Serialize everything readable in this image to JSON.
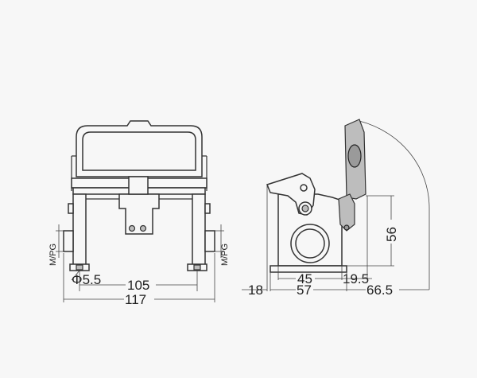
{
  "front_view": {
    "thread_label_left": "M/PG",
    "thread_label_right": "M/PG",
    "hole_dim": "Φ5.5",
    "mounting_pitch": "105",
    "overall_width": "117"
  },
  "side_view": {
    "dim_height": "56",
    "dim_inner": "45",
    "dim_offset": "19.5",
    "dim_left": "18",
    "dim_base": "57",
    "dim_total": "66.5"
  }
}
